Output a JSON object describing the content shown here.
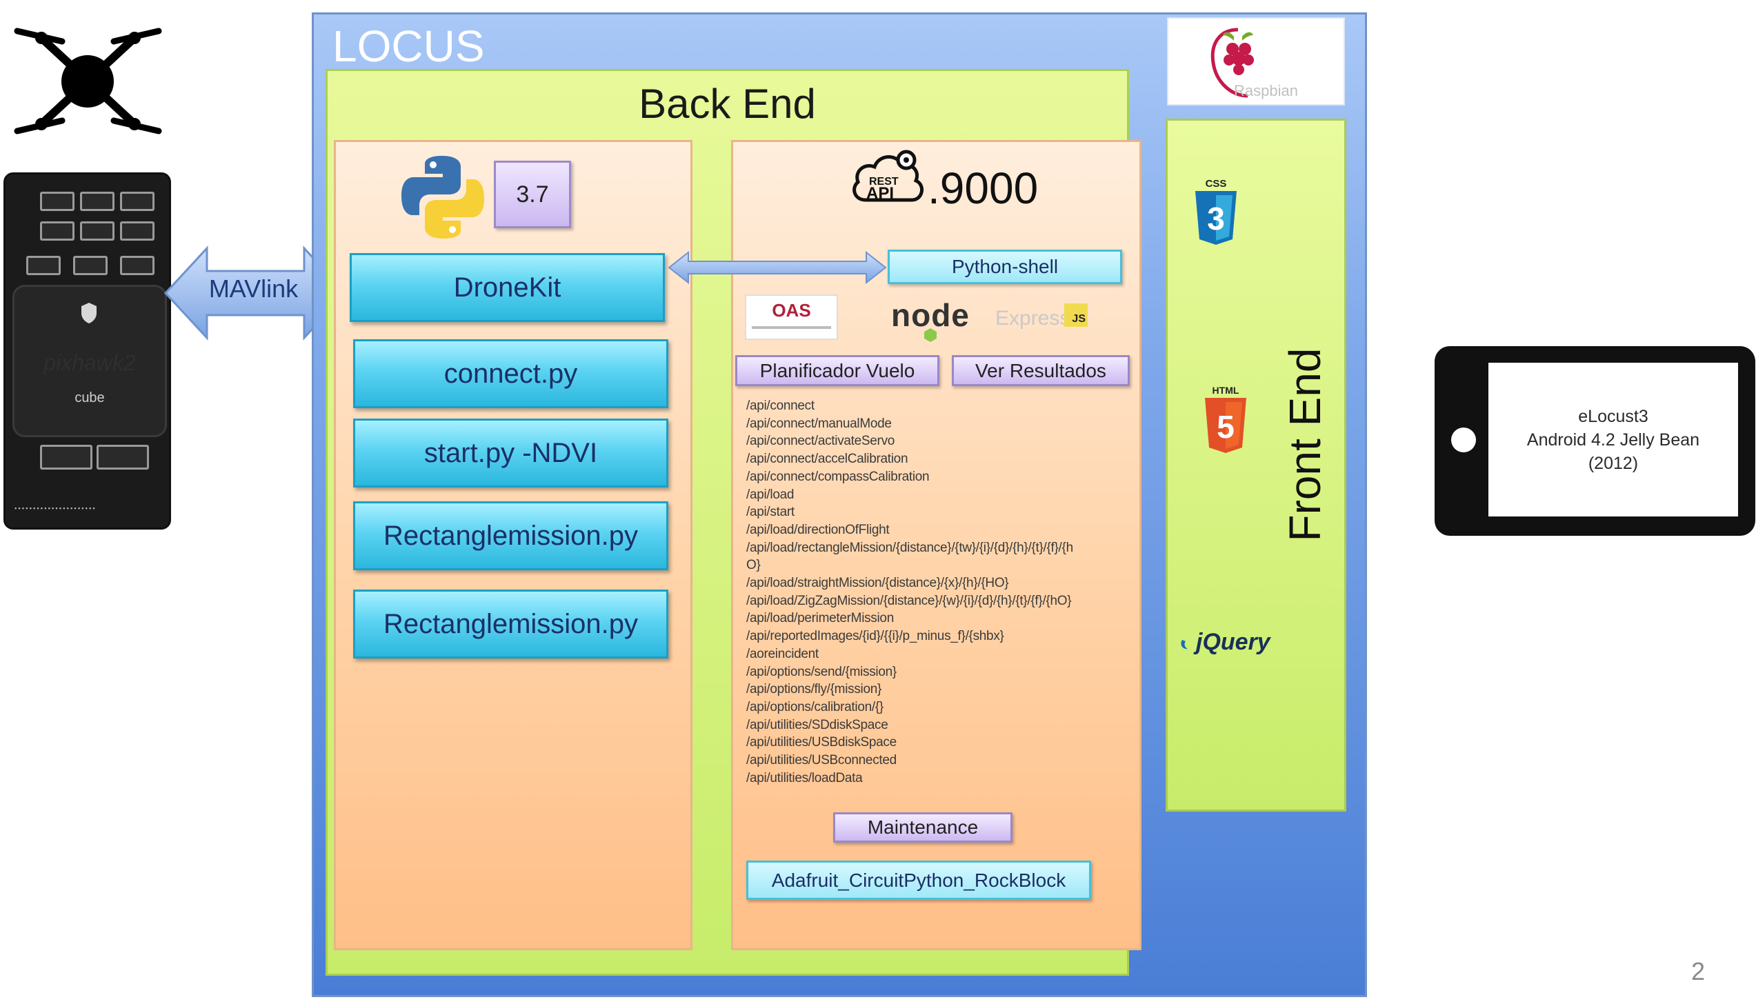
{
  "locus": {
    "title": "LOCUS"
  },
  "backend": {
    "title": "Back End",
    "python_version": "3.7",
    "buttons": {
      "dronekit": "DroneKit",
      "connect": "connect.py",
      "start": "start.py -NDVI",
      "rectangle1": "Rectanglemission.py",
      "rectangle2": "Rectanglemission.py"
    },
    "rest": {
      "icon_text": "REST API",
      "port": ".9000"
    },
    "python_shell": "Python-shell",
    "logos": {
      "oas": "OAS",
      "node": "node",
      "express": "Express",
      "js": "JS"
    },
    "planificador": "Planificador Vuelo",
    "resultados": "Ver Resultados",
    "api_routes": [
      "/api/connect",
      "/api/connect/manualMode",
      "/api/connect/activateServo",
      "/api/connect/accelCalibration",
      "/api/connect/compassCalibration",
      "/api/load",
      "/api/start",
      "/api/load/directionOfFlight",
      "/api/load/rectangleMission/{distance}/{tw}/{i}/{d}/{h}/{t}/{f}/{h",
      "O}",
      "/api/load/straightMission/{distance}/{x}/{h}/{HO}",
      "/api/load/ZigZagMission/{distance}/{w}/{i}/{d}/{h}/{t}/{f}/{hO}",
      "/api/load/perimeterMission",
      "/api/reportedImages/{id}/{{i}/p_minus_f}/{shbx}",
      "/aoreincident",
      "/api/options/send/{mission}",
      "/api/options/fly/{mission}",
      "/api/options/calibration/{}",
      "/api/utilities/SDdiskSpace",
      "/api/utilities/USBdiskSpace",
      "/api/utilities/USBconnected",
      "/api/utilities/loadData"
    ],
    "maintenance": "Maintenance",
    "adafruit": "Adafruit_CircuitPython_RockBlock"
  },
  "link": {
    "label": "MAVlink"
  },
  "flight_controller": {
    "brand": "pixhawk2",
    "cube_label": "cube"
  },
  "raspbian": {
    "label": "Raspbian"
  },
  "frontend": {
    "title": "Front End",
    "css_label": "CSS",
    "html_label": "HTML",
    "jquery_label": "jQuery"
  },
  "tablet": {
    "line1": "eLocust3",
    "line2": "Android 4.2 Jelly Bean",
    "line3": "(2012)"
  },
  "page_number": "2",
  "colors": {
    "locus_blue": "#7ea8ea",
    "backend_green": "#c7ec6a",
    "peach": "#ffd3a8",
    "cyan": "#5cd3f2",
    "violet": "#cdb9f1"
  }
}
